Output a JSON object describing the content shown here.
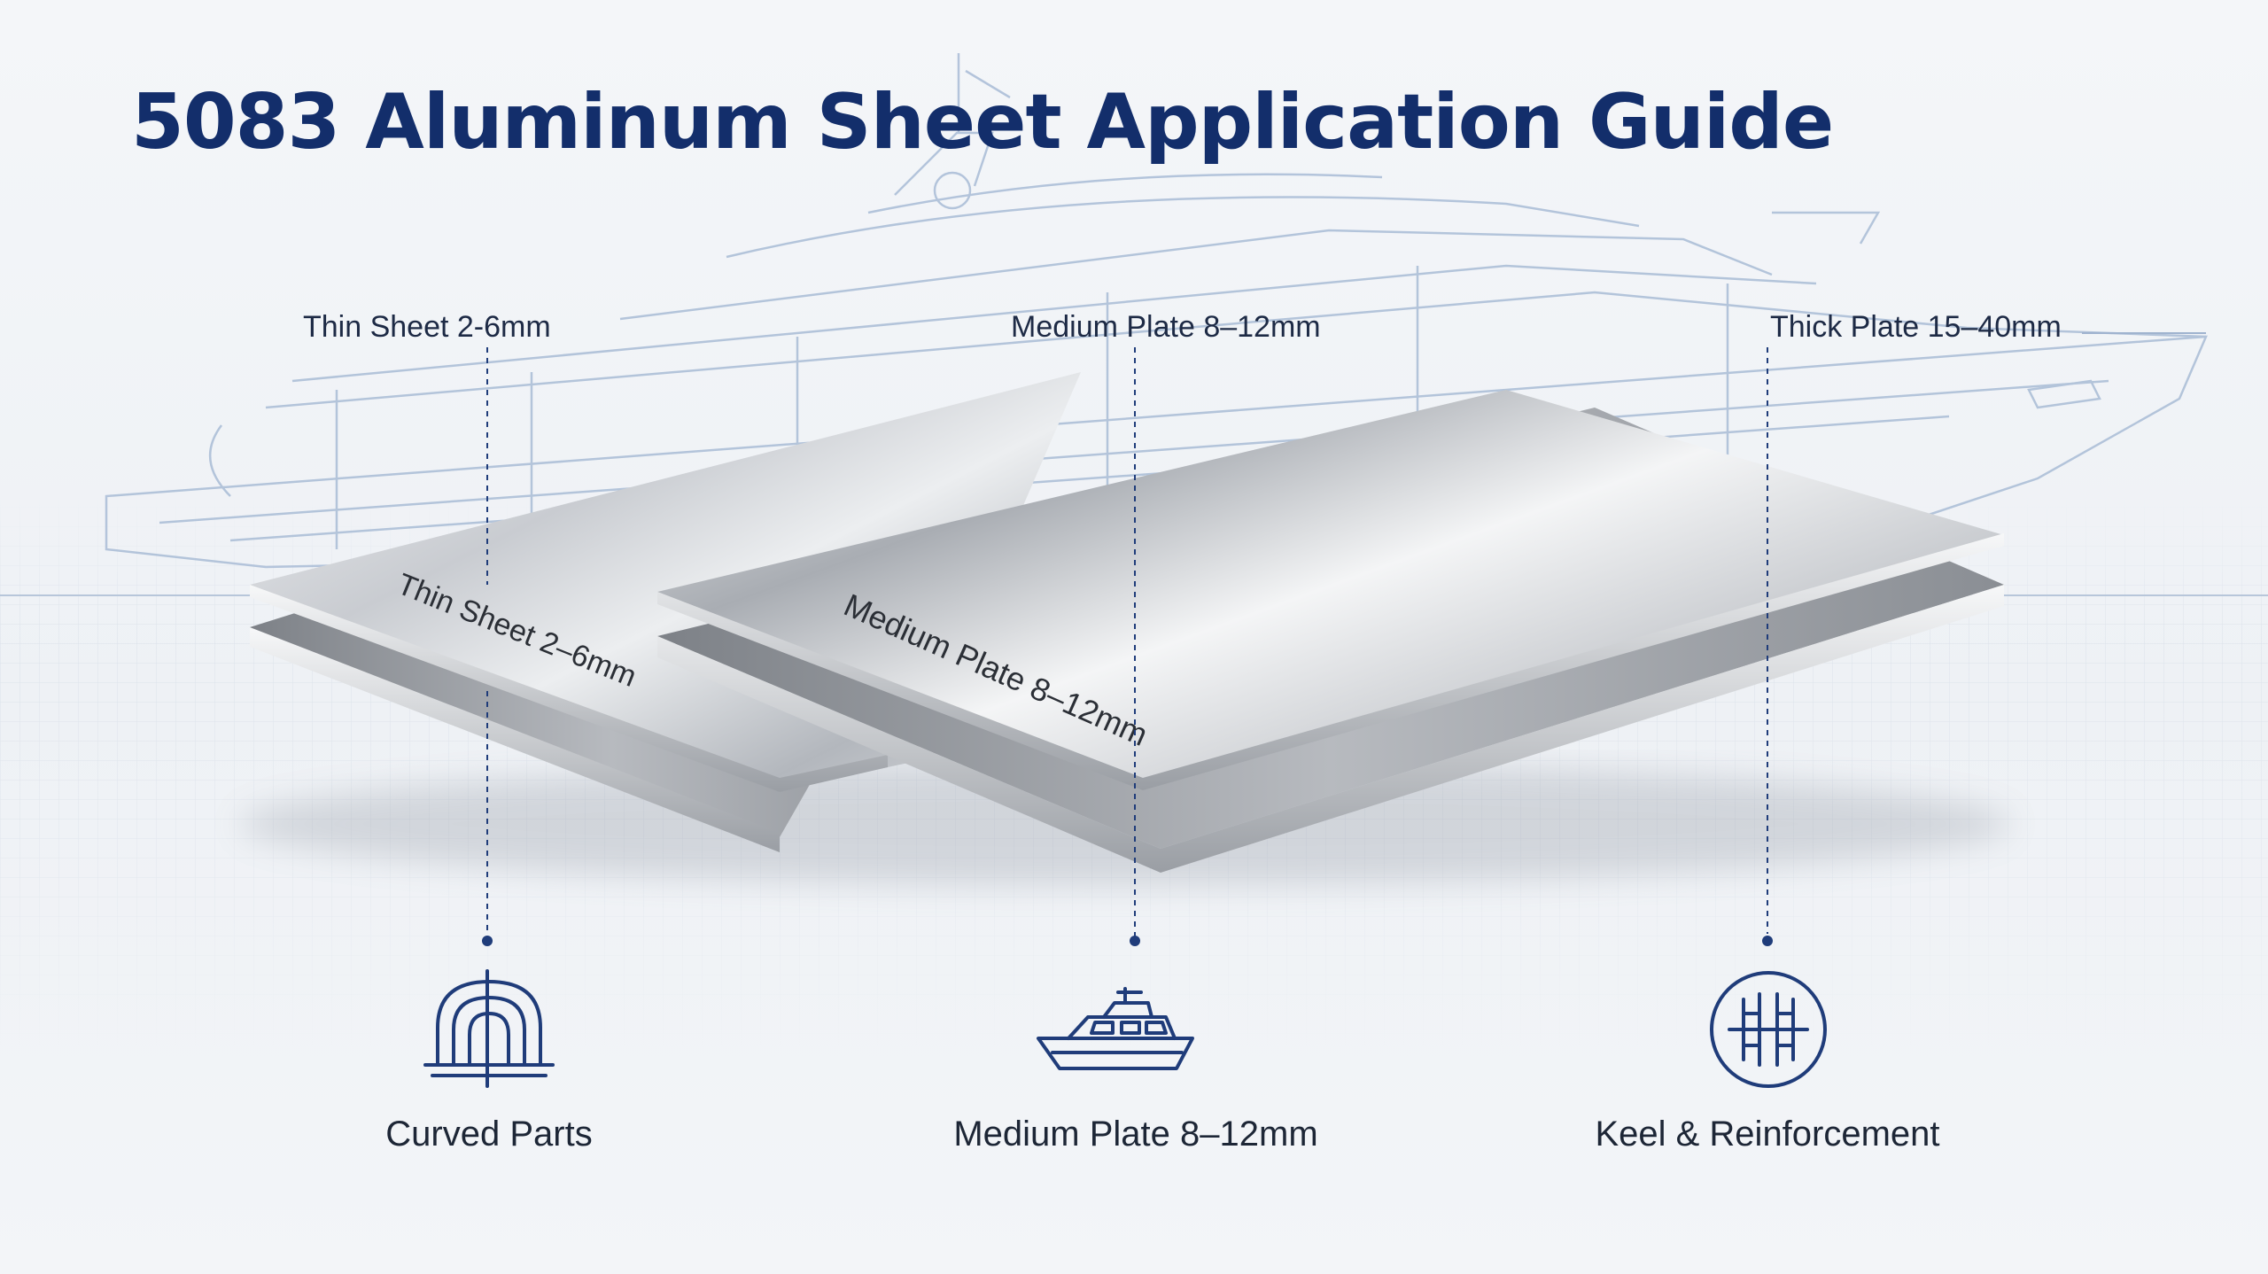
{
  "title": "5083 Aluminum Sheet Application Guide",
  "top_labels": {
    "thin": "Thin Sheet 2-6mm",
    "medium": "Medium Plate 8–12mm",
    "thick": "Thick Plate  15–40mm"
  },
  "plate_labels": {
    "thin": "Thin Sheet 2–6mm",
    "medium": "Medium Plate 8–12mm"
  },
  "bottom_labels": {
    "thin": "Curved Parts",
    "medium": "Medium Plate 8–12mm",
    "thick": "Keel & Reinforcement"
  },
  "icons": {
    "thin": "curved-arch-icon",
    "medium": "yacht-icon",
    "thick": "keel-grid-icon"
  },
  "colors": {
    "title": "#132e6b",
    "accent_blue": "#1f3c7a",
    "blueprint": "#9fb3cf",
    "metal_light": "#e4e6e9",
    "metal_dark": "#8e9298"
  }
}
